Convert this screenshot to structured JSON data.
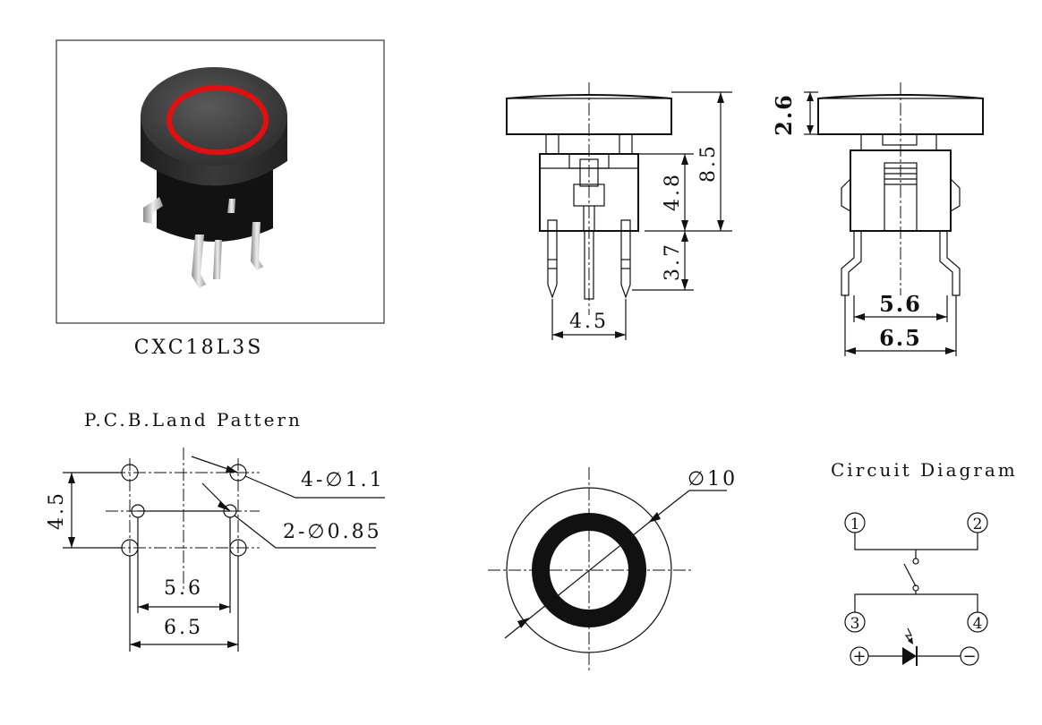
{
  "part_number": "CXC18L3S",
  "front_view": {
    "overall_height": "8.5",
    "body_height": "4.8",
    "lead_length": "3.7",
    "lead_pitch": "4.5"
  },
  "side_view": {
    "cap_height": "2.6",
    "inner_width": "5.6",
    "outer_width": "6.5"
  },
  "pcb": {
    "title": "P.C.B.Land Pattern",
    "vertical_pitch": "4.5",
    "inner_width": "5.6",
    "outer_width": "6.5",
    "large_holes": "4-∅1.1",
    "small_holes": "2-∅0.85"
  },
  "top_view": {
    "diameter": "∅10"
  },
  "circuit": {
    "title": "Circuit Diagram",
    "pins": [
      "1",
      "2",
      "3",
      "4"
    ],
    "plus": "+",
    "minus": "−"
  },
  "colors": {
    "cap": "#3a3a3a",
    "ring": "#e01010",
    "metal": "#c8c8c8"
  }
}
